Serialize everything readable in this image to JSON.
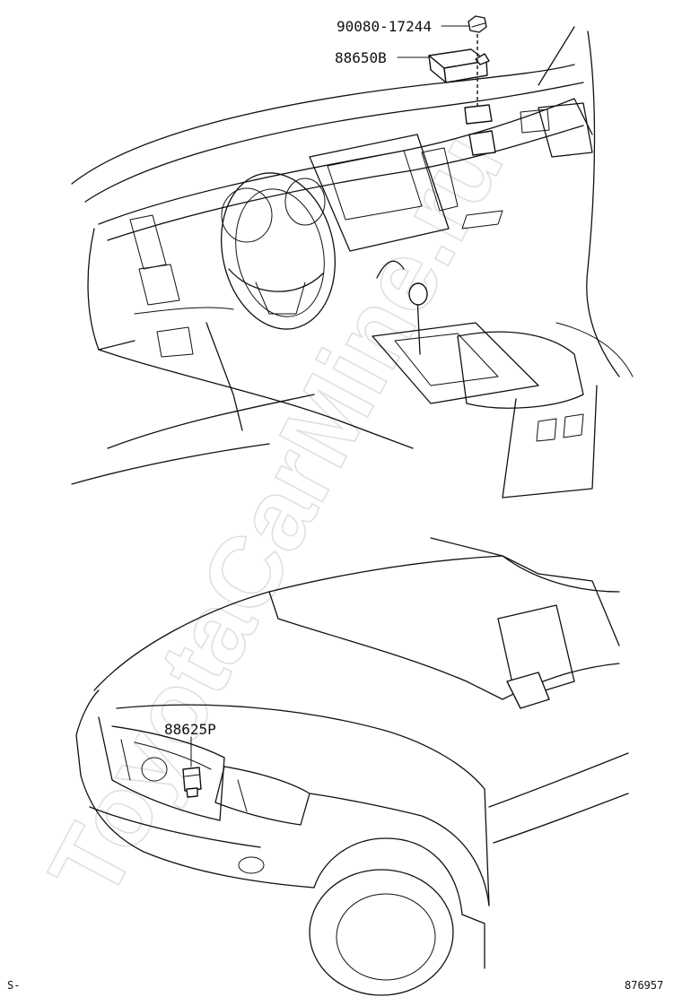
{
  "diagram": {
    "part_labels": {
      "bolt": "90080-17244",
      "sensor_module": "88650B",
      "ambient_sensor": "88625P"
    },
    "footer": {
      "left_code": "S-",
      "diagram_number": "876957"
    },
    "watermark": "ToyotaCarMine.ru"
  }
}
